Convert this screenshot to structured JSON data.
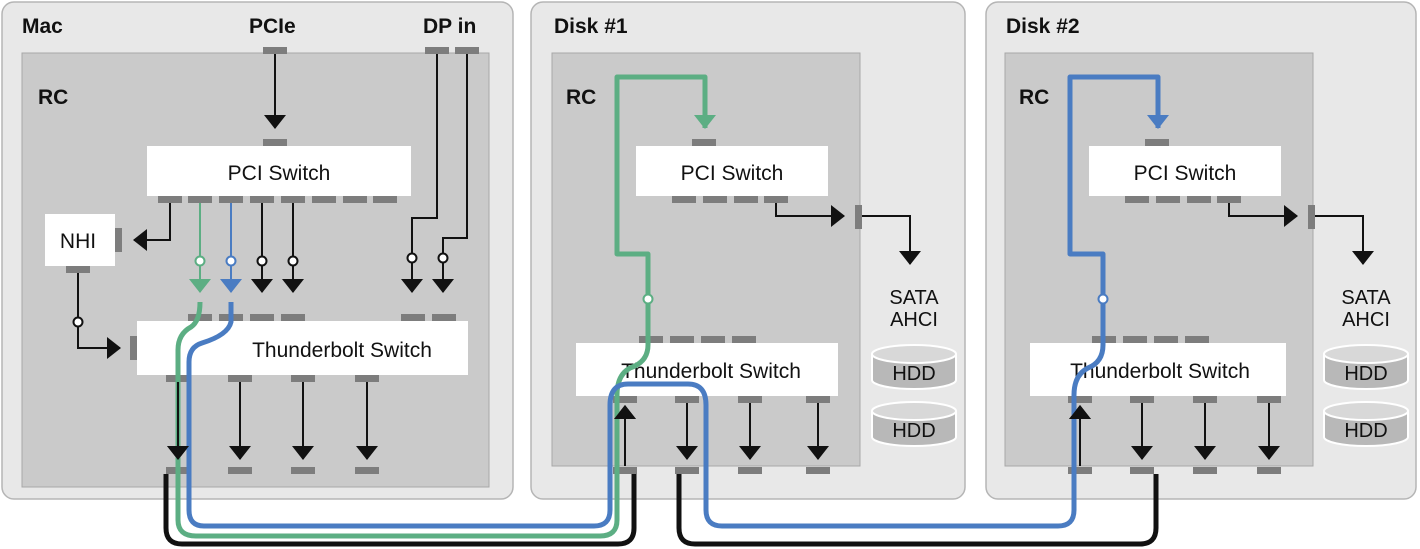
{
  "colors": {
    "outer_box": "#e8e8e8",
    "rc_box": "#cacaca",
    "component": "#ffffff",
    "port": "#7d7d7d",
    "green_path": "#5cae83",
    "blue_path": "#4a7cc2",
    "cable": "#111111"
  },
  "mac": {
    "title": "Mac",
    "pcie_label": "PCIe",
    "dp_label": "DP in",
    "rc_label": "RC",
    "pci_switch": "PCI Switch",
    "nhi": "NHI",
    "tb_switch": "Thunderbolt Switch"
  },
  "disk1": {
    "title": "Disk #1",
    "rc_label": "RC",
    "pci_switch": "PCI Switch",
    "tb_switch": "Thunderbolt Switch",
    "sata_line1": "SATA",
    "sata_line2": "AHCI",
    "hdd1": "HDD",
    "hdd2": "HDD"
  },
  "disk2": {
    "title": "Disk #2",
    "rc_label": "RC",
    "pci_switch": "PCI Switch",
    "tb_switch": "Thunderbolt Switch",
    "sata_line1": "SATA",
    "sata_line2": "AHCI",
    "hdd1": "HDD",
    "hdd2": "HDD"
  }
}
